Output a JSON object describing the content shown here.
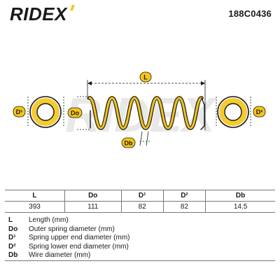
{
  "header": {
    "brand": "RIDEX",
    "part_number": "188C0436"
  },
  "diagram": {
    "label_length": "L",
    "label_outer_diameter": "Do",
    "label_upper_diameter": "D¹",
    "label_lower_diameter": "D²",
    "label_wire_diameter": "Db",
    "watermark": "RIDEX"
  },
  "spec_table": {
    "columns": [
      "L",
      "Do",
      "D¹",
      "D²",
      "Db"
    ],
    "values": [
      "393",
      "111",
      "82",
      "82",
      "14.5"
    ]
  },
  "legend": [
    {
      "key": "L",
      "desc": "Length (mm)"
    },
    {
      "key": "Do",
      "desc": "Outer spring diameter (mm)"
    },
    {
      "key": "D¹",
      "desc": "Spring upper end diameter (mm)"
    },
    {
      "key": "D²",
      "desc": "Spring lower end diameter (mm)"
    },
    {
      "key": "Db",
      "desc": "Wire diameter (mm)"
    }
  ],
  "colors": {
    "accent": "#f5c518",
    "stroke": "#1a1a1a"
  }
}
